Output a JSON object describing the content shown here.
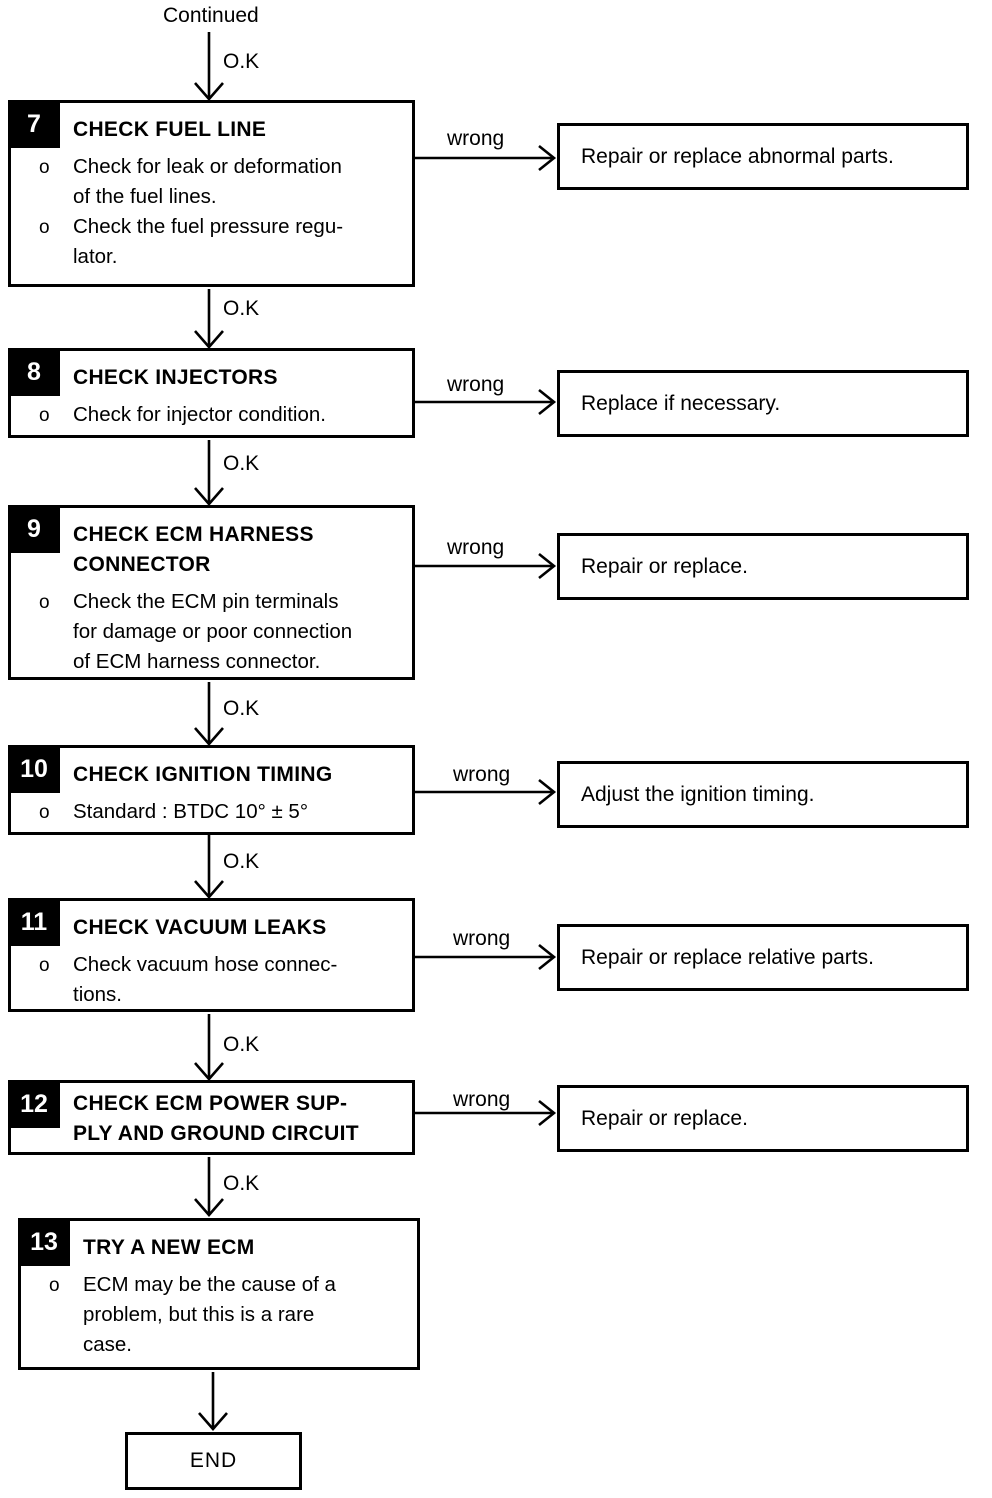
{
  "labels": {
    "continued": "Continued",
    "ok": "O.K",
    "wrong": "wrong",
    "bullet_marker": "o",
    "end": "END"
  },
  "steps": [
    {
      "number": "7",
      "title": "CHECK FUEL LINE",
      "bullets": [
        "Check for leak or deformation\nof the fuel lines.",
        "Check the fuel pressure regu-\nlator."
      ]
    },
    {
      "number": "8",
      "title": "CHECK INJECTORS",
      "bullets": [
        "Check for injector condition."
      ]
    },
    {
      "number": "9",
      "title": "CHECK ECM HARNESS\nCONNECTOR",
      "bullets": [
        "Check the ECM pin terminals\nfor damage or poor connection\nof ECM harness connector."
      ]
    },
    {
      "number": "10",
      "title": "CHECK IGNITION TIMING",
      "bullets": [
        "Standard : BTDC 10° ± 5°"
      ]
    },
    {
      "number": "11",
      "title": "CHECK VACUUM LEAKS",
      "bullets": [
        "Check vacuum hose connec-\ntions."
      ]
    },
    {
      "number": "12",
      "title": "CHECK ECM POWER SUP-\nPLY AND GROUND CIRCUIT",
      "bullets": []
    },
    {
      "number": "13",
      "title": "TRY A NEW ECM",
      "bullets": [
        "ECM may be the cause of a\nproblem, but this is a rare\ncase."
      ]
    }
  ],
  "actions": [
    "Repair or replace abnormal parts.",
    "Replace if necessary.",
    "Repair or replace.",
    "Adjust the ignition timing.",
    "Repair or replace relative parts.",
    "Repair or replace."
  ],
  "colors": {
    "ink": "#000000",
    "paper": "#ffffff"
  }
}
